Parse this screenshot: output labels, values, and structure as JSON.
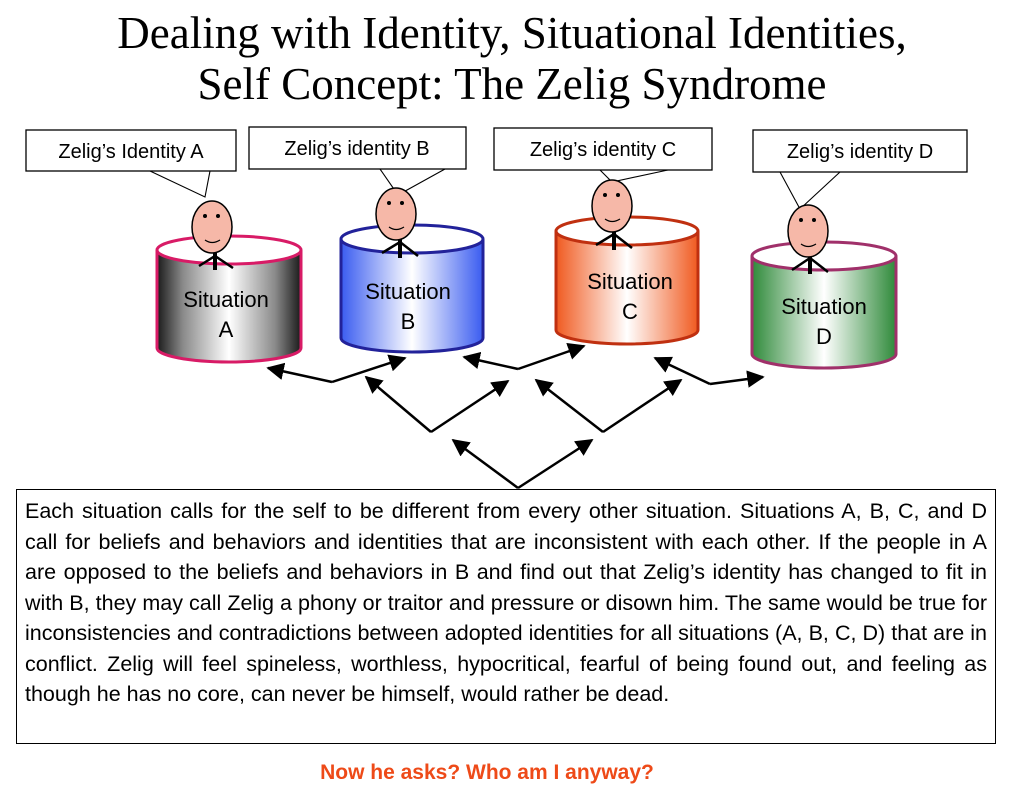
{
  "title": {
    "line1": "Dealing with Identity, Situational Identities,",
    "line2": "Self Concept:  The Zelig Syndrome"
  },
  "identity_labels": {
    "a": "Zelig’s Identity A",
    "b": "Zelig’s identity B",
    "c": "Zelig’s identity C",
    "d": "Zelig’s identity D"
  },
  "situations": {
    "a": {
      "line1": "Situation",
      "line2": "A"
    },
    "b": {
      "line1": "Situation",
      "line2": "B"
    },
    "c": {
      "line1": "Situation",
      "line2": "C"
    },
    "d": {
      "line1": "Situation",
      "line2": "D"
    }
  },
  "description": "Each situation calls for the self to be different from every other situation.  Situations A, B, C, and D call for beliefs and behaviors and identities that are inconsistent with each other.  If the people in A are opposed to the beliefs and behaviors in B and find out that Zelig’s identity has changed to fit in with B, they may call Zelig a phony or traitor and pressure or disown him.  The same would be true for inconsistencies and contradictions between adopted identities for all situations (A, B, C, D) that are in conflict.  Zelig will feel spineless, worthless, hypocritical, fearful of being found out, and feeling as though he has no core, can never be himself, would rather be dead.",
  "footer": "Now he asks?  Who am I anyway?",
  "colors": {
    "footer_text": "#ee4a18",
    "skin": "#f6b8a8",
    "cylinder_a_border": "#d81b66",
    "cylinder_b_border": "#22229a",
    "cylinder_c_border": "#c03010",
    "cylinder_d_border": "#a0306a"
  }
}
